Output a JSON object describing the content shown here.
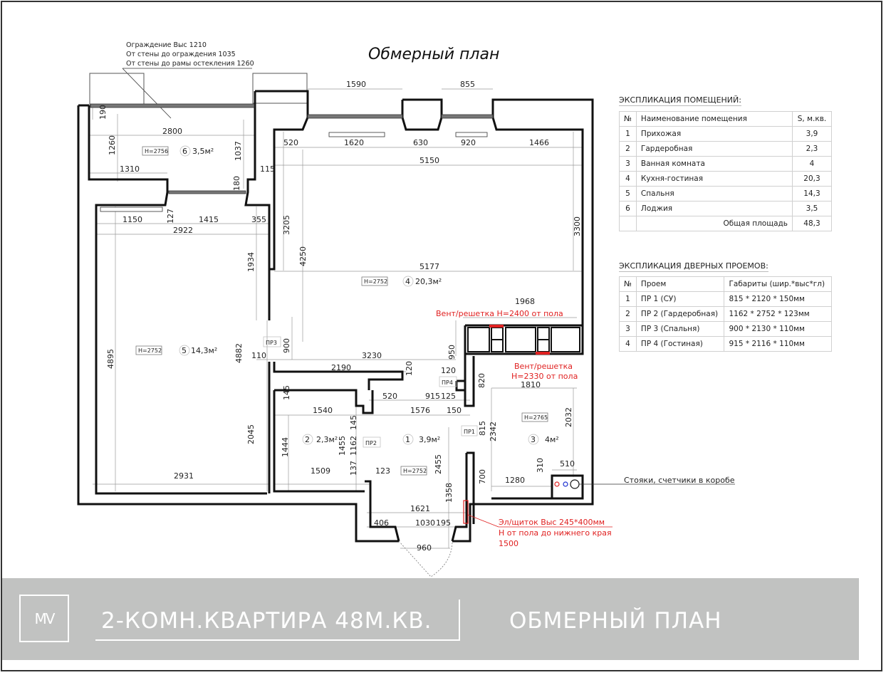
{
  "drawing": {
    "title": "Обмерный план",
    "balcony_note": [
      "Ограждение Выс 1210",
      "От стены до ограждения 1035",
      "От стены до рамы остекления 1260"
    ],
    "vent_note_1": "Вент/решетка H=2400 от пола",
    "vent_note_2": [
      "Вент/решетка",
      "H=2330 от пола"
    ],
    "riser_note": "Стояки, счетчики в коробе",
    "panel_note": [
      "Эл/щиток Выс 245*400мм",
      "Н от пола до нижнего края",
      "1500"
    ],
    "rooms": [
      {
        "num": "1",
        "area": "3,9м²",
        "height": "H=2752"
      },
      {
        "num": "2",
        "area": "2,3м²"
      },
      {
        "num": "3",
        "area": "4м²",
        "height": "H=2765"
      },
      {
        "num": "4",
        "area": "20,3м²",
        "height": "H=2752"
      },
      {
        "num": "5",
        "area": "14,3м²",
        "height": "H=2752"
      },
      {
        "num": "6",
        "area": "3,5м²",
        "height": "H=2756"
      }
    ],
    "openings": [
      "ПР1",
      "ПР2",
      "ПР3",
      "ПР4"
    ],
    "dimensions": {
      "d1590": "1590",
      "d855": "855",
      "d2800": "2800",
      "d190": "190",
      "d1260": "1260",
      "d1037": "1037",
      "d1310": "1310",
      "d115": "115",
      "d180": "180",
      "d520a": "520",
      "d1620": "1620",
      "d630": "630",
      "d920": "920",
      "d1466": "1466",
      "d5150": "5150",
      "d1150": "1150",
      "d127": "127",
      "d1415": "1415",
      "d355": "355",
      "d2922": "2922",
      "d3205": "3205",
      "d3300": "3300",
      "d1934": "1934",
      "d4250": "4250",
      "d5177": "5177",
      "d1968": "1968",
      "d4895": "4895",
      "d4882": "4882",
      "d900": "900",
      "d110": "110",
      "d3230": "3230",
      "d950": "950",
      "d2190": "2190",
      "d120a": "120",
      "d120b": "120",
      "d820": "820",
      "d1810": "1810",
      "d145a": "145",
      "d520b": "520",
      "d915": "915",
      "d125": "125",
      "d1540": "1540",
      "d1576": "1576",
      "d150": "150",
      "d2342": "2342",
      "d2032": "2032",
      "d815": "815",
      "d1444": "1444",
      "d1455": "1455",
      "d145b": "145",
      "d1162": "1162",
      "d2045": "2045",
      "d2455": "2455",
      "d1509": "1509",
      "d137": "137",
      "d123": "123",
      "d310": "310",
      "d510": "510",
      "d700": "700",
      "d1280": "1280",
      "d2931": "2931",
      "d1358": "1358",
      "d1621": "1621",
      "d406": "406",
      "d1030": "1030",
      "d195": "195",
      "d960": "960"
    }
  },
  "rooms_table": {
    "title": "ЭКСПЛИКАЦИЯ ПОМЕЩЕНИЙ:",
    "headers": [
      "№",
      "Наименование помещения",
      "S, м.кв."
    ],
    "rows": [
      [
        "1",
        "Прихожая",
        "3,9"
      ],
      [
        "2",
        "Гардеробная",
        "2,3"
      ],
      [
        "3",
        "Ванная комната",
        "4"
      ],
      [
        "4",
        "Кухня-гостиная",
        "20,3"
      ],
      [
        "5",
        "Спальня",
        "14,3"
      ],
      [
        "6",
        "Лоджия",
        "3,5"
      ]
    ],
    "total_label": "Общая площадь",
    "total_value": "48,3"
  },
  "doors_table": {
    "title": "ЭКСПЛИКАЦИЯ ДВЕРНЫХ ПРОЕМОВ:",
    "headers": [
      "№",
      "Проем",
      "Габариты (шир.*выс*гл)"
    ],
    "rows": [
      [
        "1",
        "ПР 1 (СУ)",
        "815 * 2120 * 150мм"
      ],
      [
        "2",
        "ПР 2 (Гардеробная)",
        "1162 * 2752 * 123мм"
      ],
      [
        "3",
        "ПР 3 (Спальня)",
        "900 * 2130 * 110мм"
      ],
      [
        "4",
        "ПР 4 (Гостиная)",
        "915 * 2116 * 110мм"
      ]
    ]
  },
  "footer": {
    "logo": "MV",
    "project": "2-КОМН.КВАРТИРА 48М.КВ.",
    "sheet": "ОБМЕРНЫЙ ПЛАН",
    "background": "#c1c2c1"
  },
  "colors": {
    "wall": "#111111",
    "dim_line": "#999999",
    "annotation_red": "#e02020",
    "riser_blue": "#1a2fd0"
  }
}
